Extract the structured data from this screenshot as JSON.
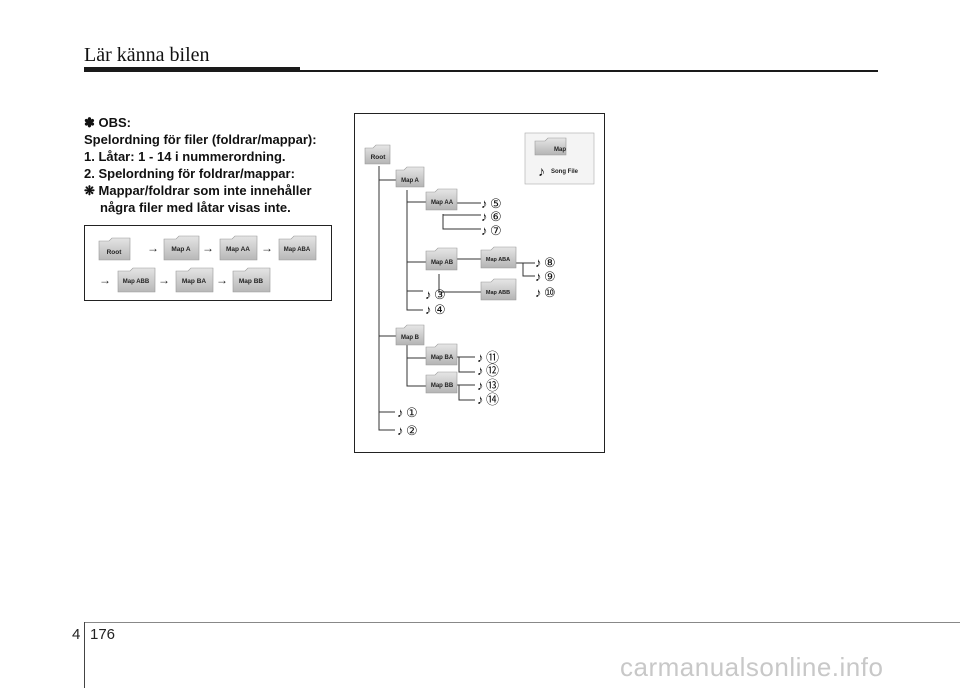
{
  "header": {
    "title": "Lär känna bilen"
  },
  "note": {
    "heading": "✽ OBS:",
    "line1": "Spelordning för filer (foldrar/mappar):",
    "line2": "1. Låtar: 1 - 14 i nummerordning.",
    "line3": "2. Spelordning för foldrar/mappar:",
    "line4": "❋ Mappar/foldrar som inte innehåller",
    "line4b": "några filer med låtar visas inte."
  },
  "order_diagram": {
    "row1": [
      "Root",
      "Map A",
      "Map AA",
      "Map ABA"
    ],
    "row2": [
      "Map ABB",
      "Map BA",
      "Map BB"
    ]
  },
  "tree": {
    "root": "Root",
    "legend": {
      "folder": "Map",
      "file": "Song File"
    },
    "folders": {
      "a": "Map A",
      "aa": "Map AA",
      "ab": "Map AB",
      "aba": "Map ABA",
      "abb": "Map ABB",
      "b": "Map B",
      "ba": "Map BA",
      "bb": "Map BB"
    },
    "songs": {
      "s1": "①",
      "s2": "②",
      "s3": "③",
      "s4": "④",
      "s5": "⑤",
      "s6": "⑥",
      "s7": "⑦",
      "s8": "⑧",
      "s9": "⑨",
      "s10": "⑩",
      "s11": "⑪",
      "s12": "⑫",
      "s13": "⑬",
      "s14": "⑭"
    },
    "note_glyph": "♪"
  },
  "footer": {
    "chapter": "4",
    "page": "176"
  },
  "watermark": "carmanualsonline.info"
}
